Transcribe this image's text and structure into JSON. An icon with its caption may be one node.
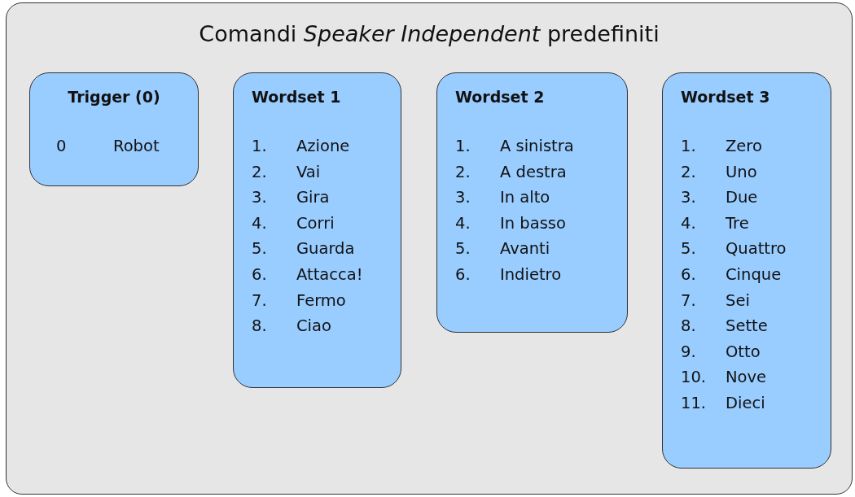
{
  "diagram": {
    "nodes": [
      {
        "text": [
          "Comandi *Speaker Independent* predefiniti"
        ]
      },
      {
        "text": [
          "Trigger (0)",
          "0 Robot"
        ],
        "in": 0
      },
      {
        "text": [
          "Wordset 1",
          "1. Azione",
          "2. Vai",
          "3. Gira",
          "4. Corri",
          "5. Guarda",
          "6. Attacca!",
          "7. Fermo",
          "8. Ciao"
        ],
        "in": 0
      },
      {
        "text": [
          "Wordset 2",
          "1. A sinistra",
          "2. A destra",
          "3. In alto",
          "4. In basso",
          "5. Avanti",
          "6. Indietro"
        ],
        "in": 0
      },
      {
        "text": [
          "Wordset 3",
          "1. Zero",
          "2. Uno",
          "3. Due",
          "4. Tre",
          "5. Quattro",
          "6. Cinque",
          "7. Sei",
          "8. Sette",
          "9. Otto",
          "10. Nove",
          "11. Dieci"
        ],
        "in": 0
      }
    ]
  }
}
